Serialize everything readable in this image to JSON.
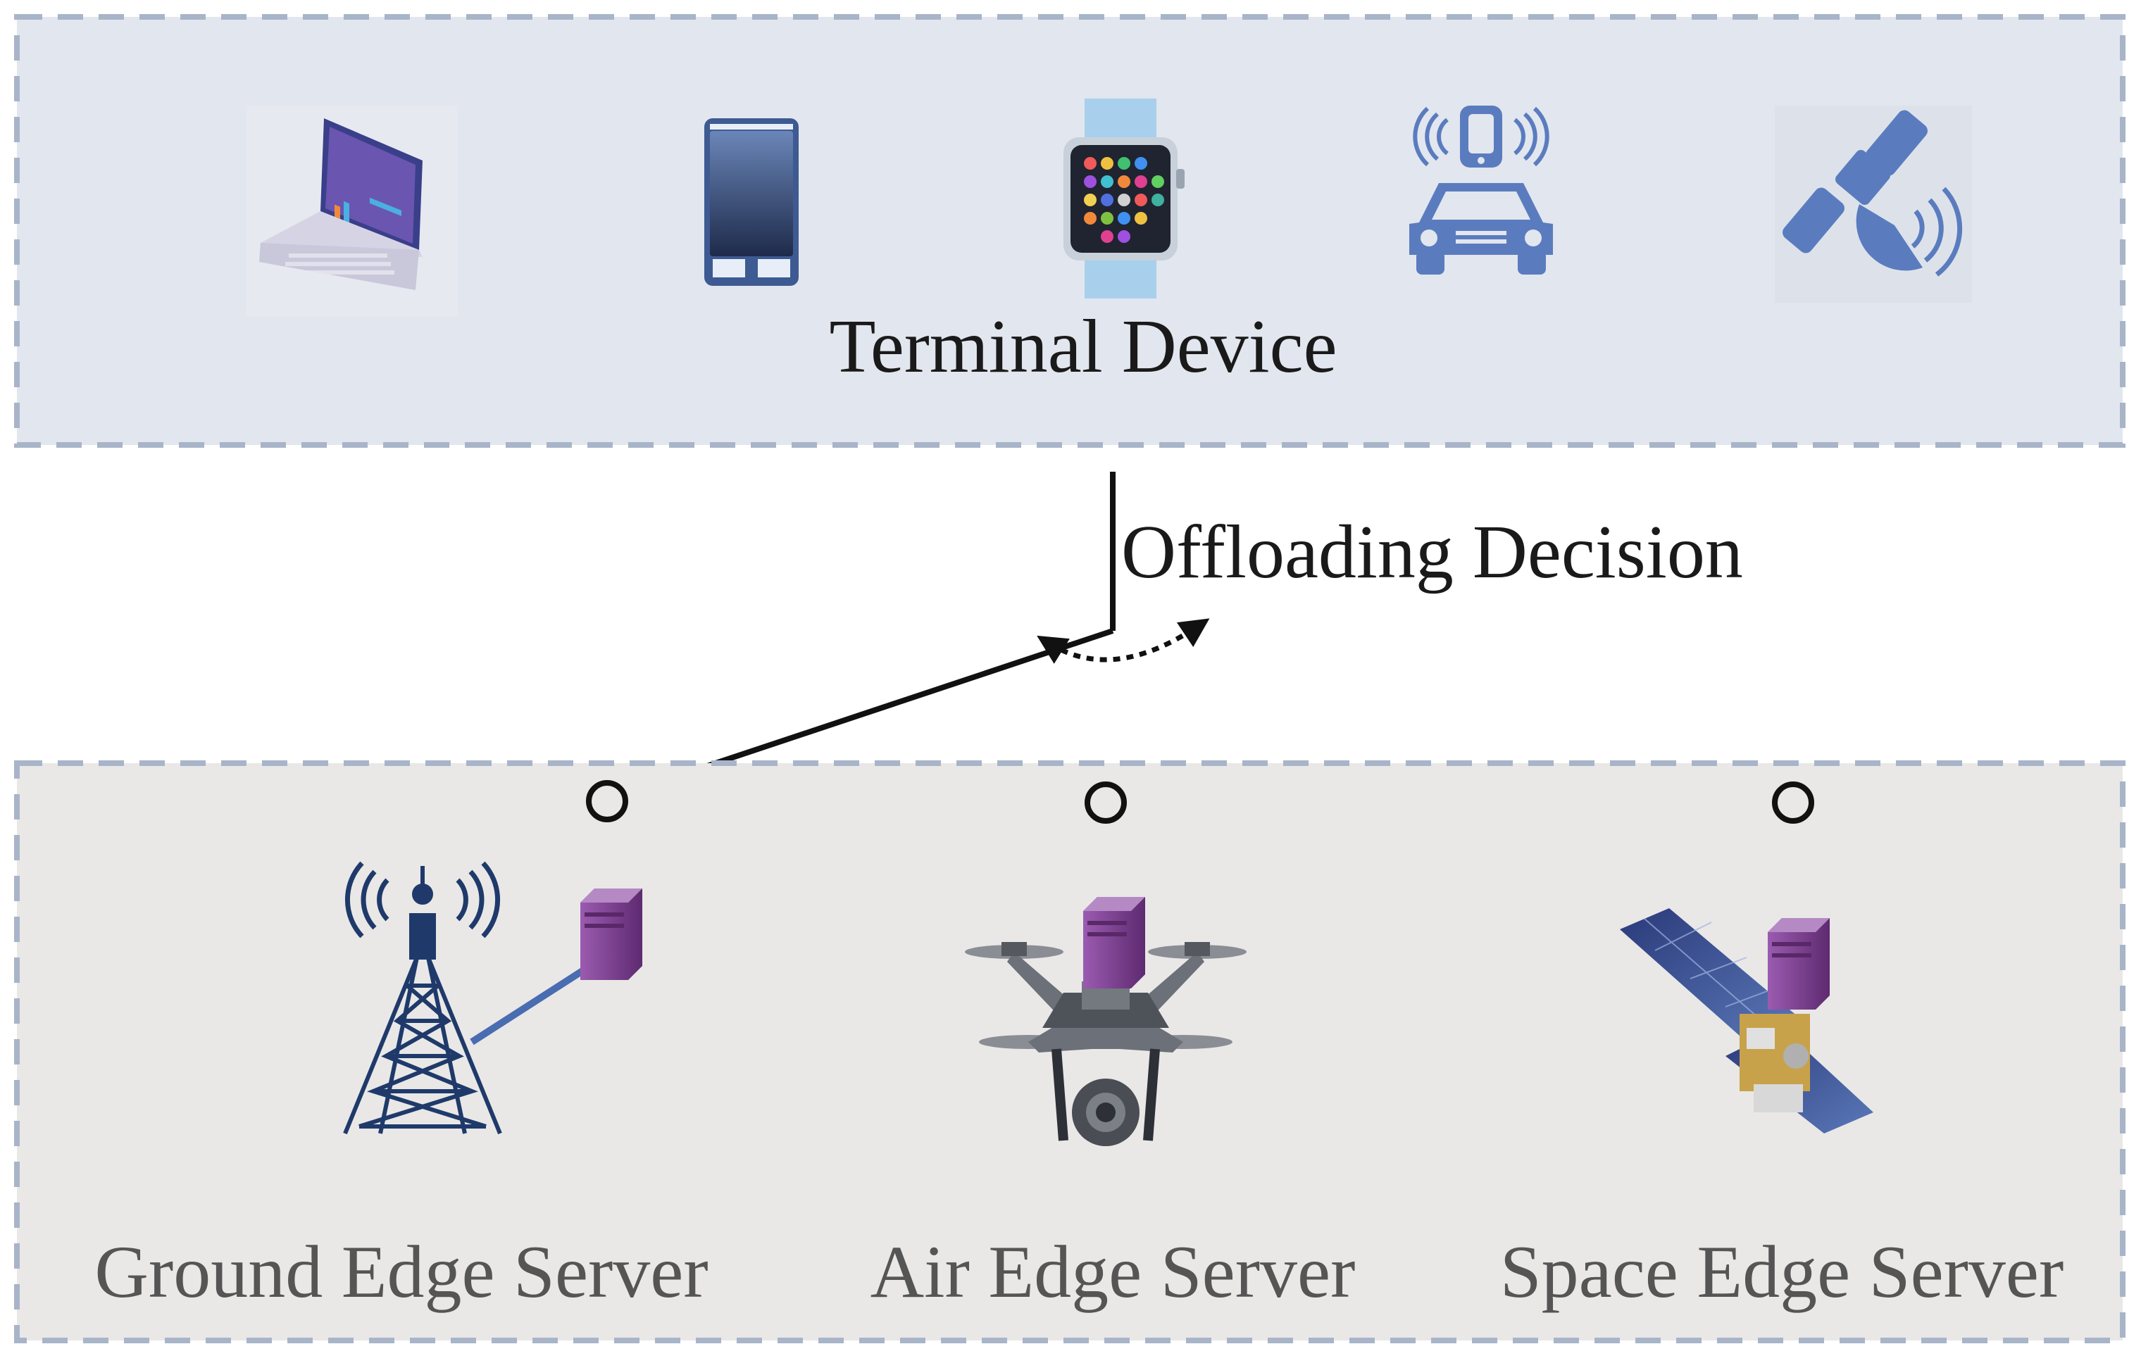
{
  "terminal_panel": {
    "label": "Terminal Device",
    "devices": [
      "laptop-icon",
      "smartphone-icon",
      "smartwatch-icon",
      "connected-car-icon",
      "satellite-dish-icon"
    ]
  },
  "decision": {
    "label": "Offloading Decision",
    "selected_target": "ground"
  },
  "server_panel": {
    "servers": [
      {
        "id": "ground",
        "label": "Ground Edge Server",
        "icon": "cell-tower-icon"
      },
      {
        "id": "air",
        "label": "Air Edge Server",
        "icon": "drone-icon"
      },
      {
        "id": "space",
        "label": "Space Edge Server",
        "icon": "satellite-icon"
      }
    ]
  },
  "colors": {
    "terminal_panel_fill": "#e2e6ee",
    "server_panel_fill": "#e9e8e7",
    "panel_border": "#a8b4c8",
    "icon_blue": "#5a7cbf",
    "server_purple": "#7a3d8c",
    "text_dark": "#1a1a1a",
    "text_grey": "#555555"
  }
}
